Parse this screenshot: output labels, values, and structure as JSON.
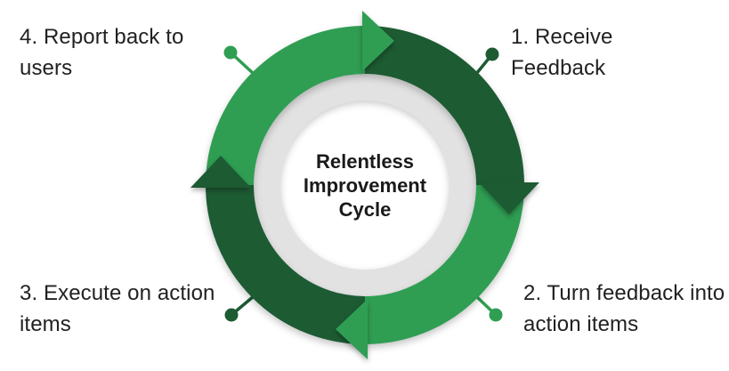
{
  "diagram": {
    "title": "Relentless Improvement Cycle",
    "title_lines": [
      "Relentless",
      "Improvement",
      "Cycle"
    ],
    "steps": [
      {
        "id": 1,
        "label": "1. Receive Feedback",
        "lines": [
          "1. Receive",
          "Feedback"
        ],
        "position": "top-right",
        "connector_color": "#1d5b33"
      },
      {
        "id": 2,
        "label": "2. Turn feedback into action items",
        "lines": [
          "2. Turn feedback into",
          "action items"
        ],
        "position": "bottom-right",
        "connector_color": "#2f9e53"
      },
      {
        "id": 3,
        "label": "3. Execute on action items",
        "lines": [
          "3. Execute on action",
          "items"
        ],
        "position": "bottom-left",
        "connector_color": "#1d5b33"
      },
      {
        "id": 4,
        "label": "4. Report back to users",
        "lines": [
          "4. Report back to",
          "users"
        ],
        "position": "top-left",
        "connector_color": "#2f9e53"
      }
    ],
    "colors": {
      "green_medium": "#2f9e53",
      "green_dark": "#1d5b33",
      "ring_gray": "#e2e2e2",
      "center_bg": "#ffffff",
      "text": "#212121"
    }
  }
}
